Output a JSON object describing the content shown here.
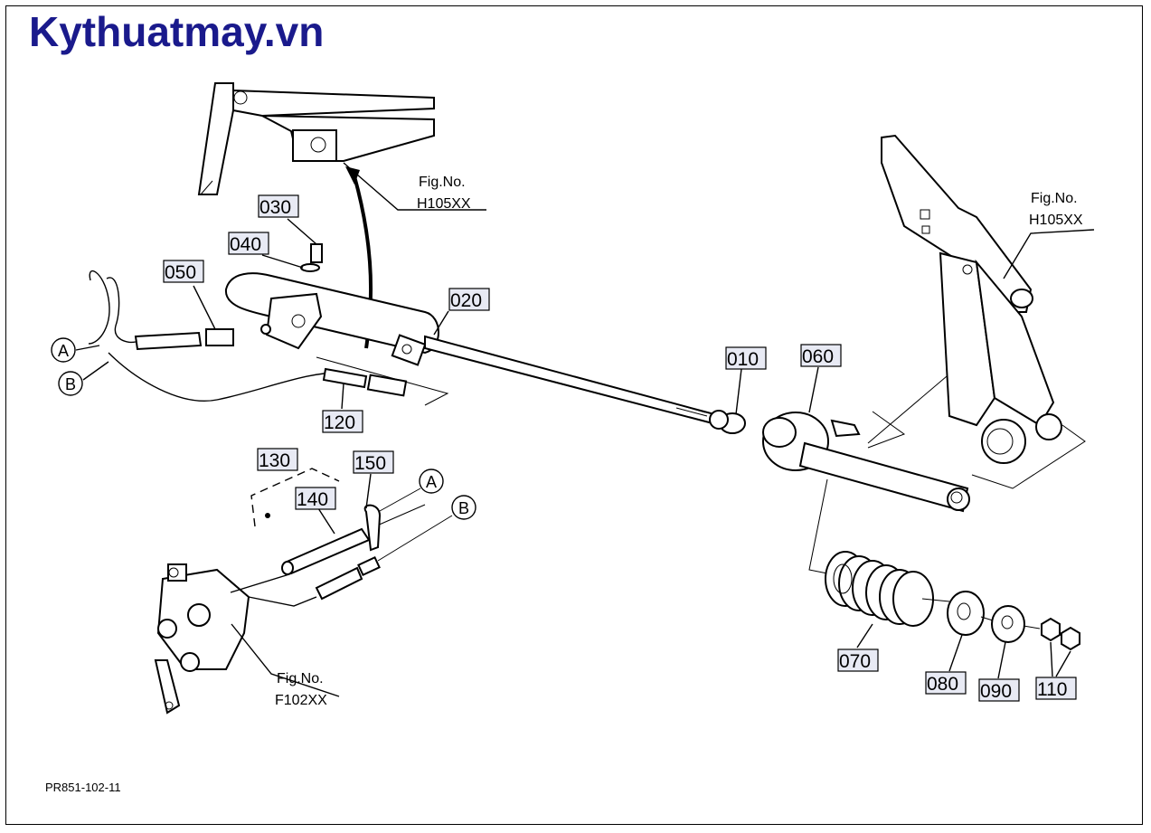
{
  "brand": {
    "text": "Kythuatmay.vn",
    "color": "#1a1a8c"
  },
  "doc_code": "PR851-102-11",
  "fig_refs": {
    "top": {
      "line1": "Fig.No.",
      "line2": "H105XX"
    },
    "right": {
      "line1": "Fig.No.",
      "line2": "H105XX"
    },
    "bottom": {
      "line1": "Fig.No.",
      "line2": "F102XX"
    }
  },
  "circle_refs": {
    "a_left": "A",
    "b_left": "B",
    "a_right": "A",
    "b_right": "B"
  },
  "part_labels": {
    "p010": "010",
    "p020": "020",
    "p030": "030",
    "p040": "040",
    "p050": "050",
    "p060": "060",
    "p070": "070",
    "p080": "080",
    "p090": "090",
    "p110": "110",
    "p120": "120",
    "p130": "130",
    "p140": "140",
    "p150": "150"
  },
  "colors": {
    "label_fill": "#e8eaf4",
    "ink": "#000000"
  }
}
